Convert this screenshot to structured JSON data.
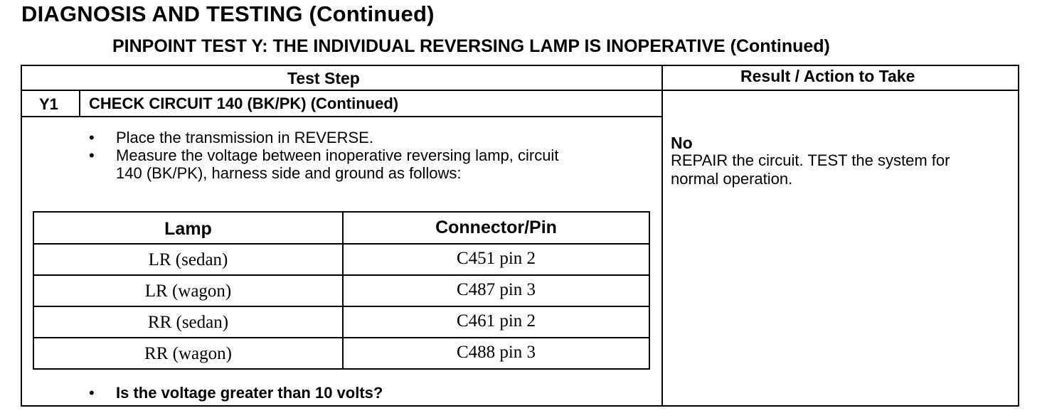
{
  "page": {
    "title": "DIAGNOSIS AND TESTING (Continued)",
    "subtitle": "PINPOINT TEST Y: THE INDIVIDUAL REVERSING LAMP IS INOPERATIVE (Continued)"
  },
  "table": {
    "col_test_step": "Test Step",
    "col_result": "Result / Action to Take",
    "step_code": "Y1",
    "step_title": "CHECK CIRCUIT 140 (BK/PK) (Continued)",
    "bullet_glyph": "•",
    "instructions": [
      "Place the transmission in REVERSE.",
      "Measure the voltage between inoperative reversing lamp, circuit",
      "140 (BK/PK), harness side and ground as follows:"
    ],
    "question": "Is the voltage greater than 10 volts?"
  },
  "lamp_table": {
    "headers": [
      "Lamp",
      "Connector/Pin"
    ],
    "rows": [
      [
        "LR (sedan)",
        "C451 pin 2"
      ],
      [
        "LR (wagon)",
        "C487 pin 3"
      ],
      [
        "RR (sedan)",
        "C461 pin 2"
      ],
      [
        "RR (wagon)",
        "C488 pin 3"
      ]
    ]
  },
  "result": {
    "heading": "No",
    "lines": [
      "REPAIR the circuit. TEST the system for",
      "normal operation."
    ]
  }
}
